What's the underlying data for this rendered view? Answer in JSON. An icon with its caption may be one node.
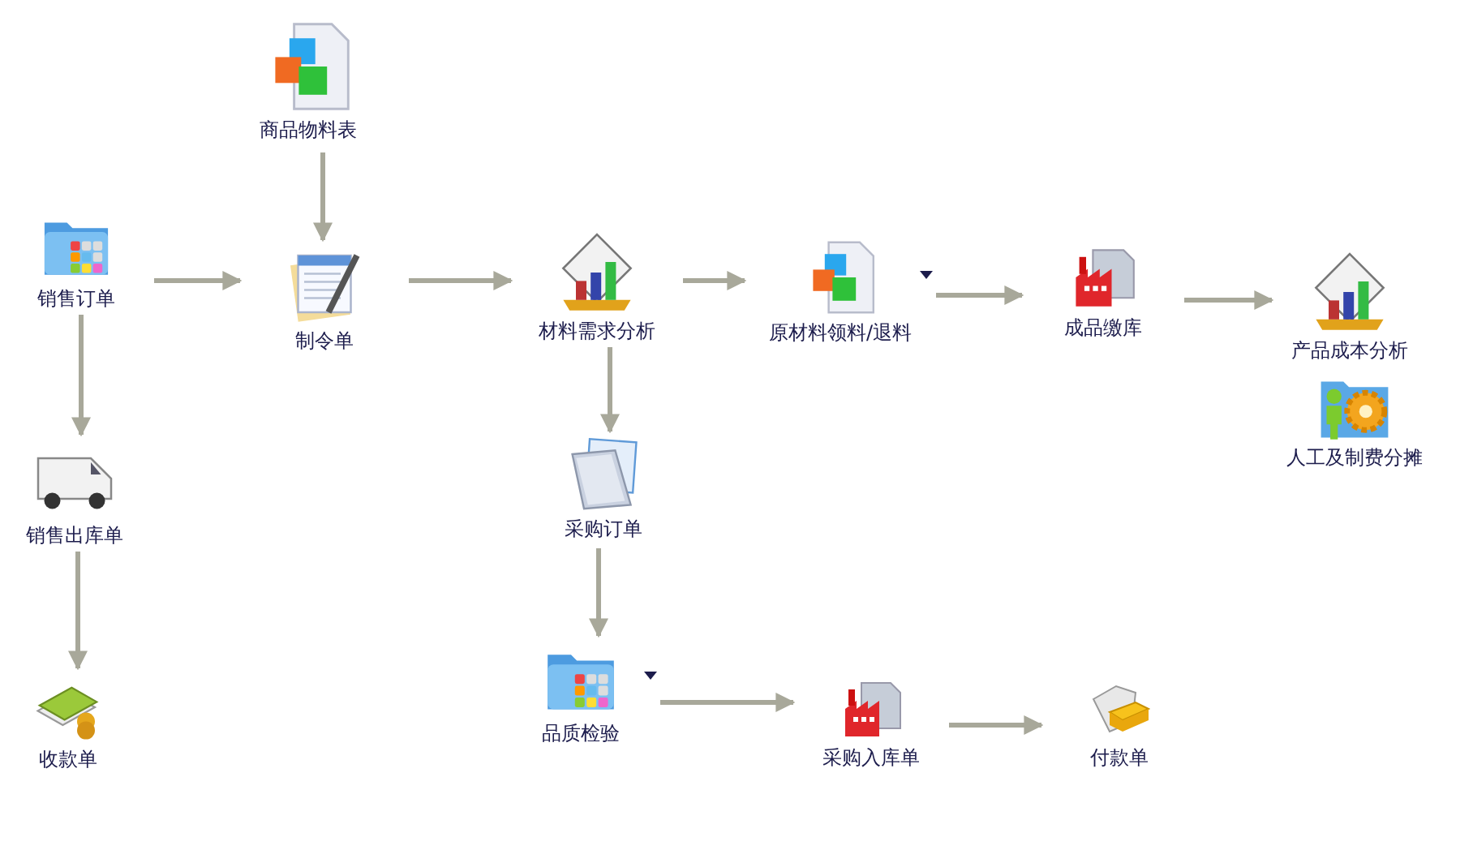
{
  "diagram": {
    "nodes": [
      {
        "text": [
          "销售订单"
        ]
      },
      {
        "text": [
          "商品物料表"
        ]
      },
      {
        "text": [
          "制令单"
        ]
      },
      {
        "text": [
          "材料需求分析"
        ]
      },
      {
        "text": [
          "原材料领料/退料"
        ]
      },
      {
        "text": [
          "成品缴库"
        ]
      },
      {
        "text": [
          "产品成本分析"
        ]
      },
      {
        "text": [
          "人工及制费分摊"
        ]
      },
      {
        "text": [
          "销售出库单"
        ]
      },
      {
        "text": [
          "采购订单"
        ]
      },
      {
        "text": [
          "收款单"
        ]
      },
      {
        "text": [
          "品质检验"
        ]
      },
      {
        "text": [
          "采购入库单"
        ]
      },
      {
        "text": [
          "付款单"
        ]
      }
    ],
    "edges": [
      {
        "from": 0,
        "to": 2,
        "arrow": "to"
      },
      {
        "from": 1,
        "to": 2,
        "arrow": "to"
      },
      {
        "from": 2,
        "to": 3,
        "arrow": "to"
      },
      {
        "from": 3,
        "to": 4,
        "arrow": "to"
      },
      {
        "from": 4,
        "to": 5,
        "arrow": "to"
      },
      {
        "from": 5,
        "to": 6,
        "arrow": "to"
      },
      {
        "from": 0,
        "to": 8,
        "arrow": "to"
      },
      {
        "from": 3,
        "to": 9,
        "arrow": "to"
      },
      {
        "from": 8,
        "to": 10,
        "arrow": "to"
      },
      {
        "from": 9,
        "to": 11,
        "arrow": "to"
      },
      {
        "from": 11,
        "to": 12,
        "arrow": "to"
      },
      {
        "from": 12,
        "to": 13,
        "arrow": "to"
      }
    ]
  }
}
